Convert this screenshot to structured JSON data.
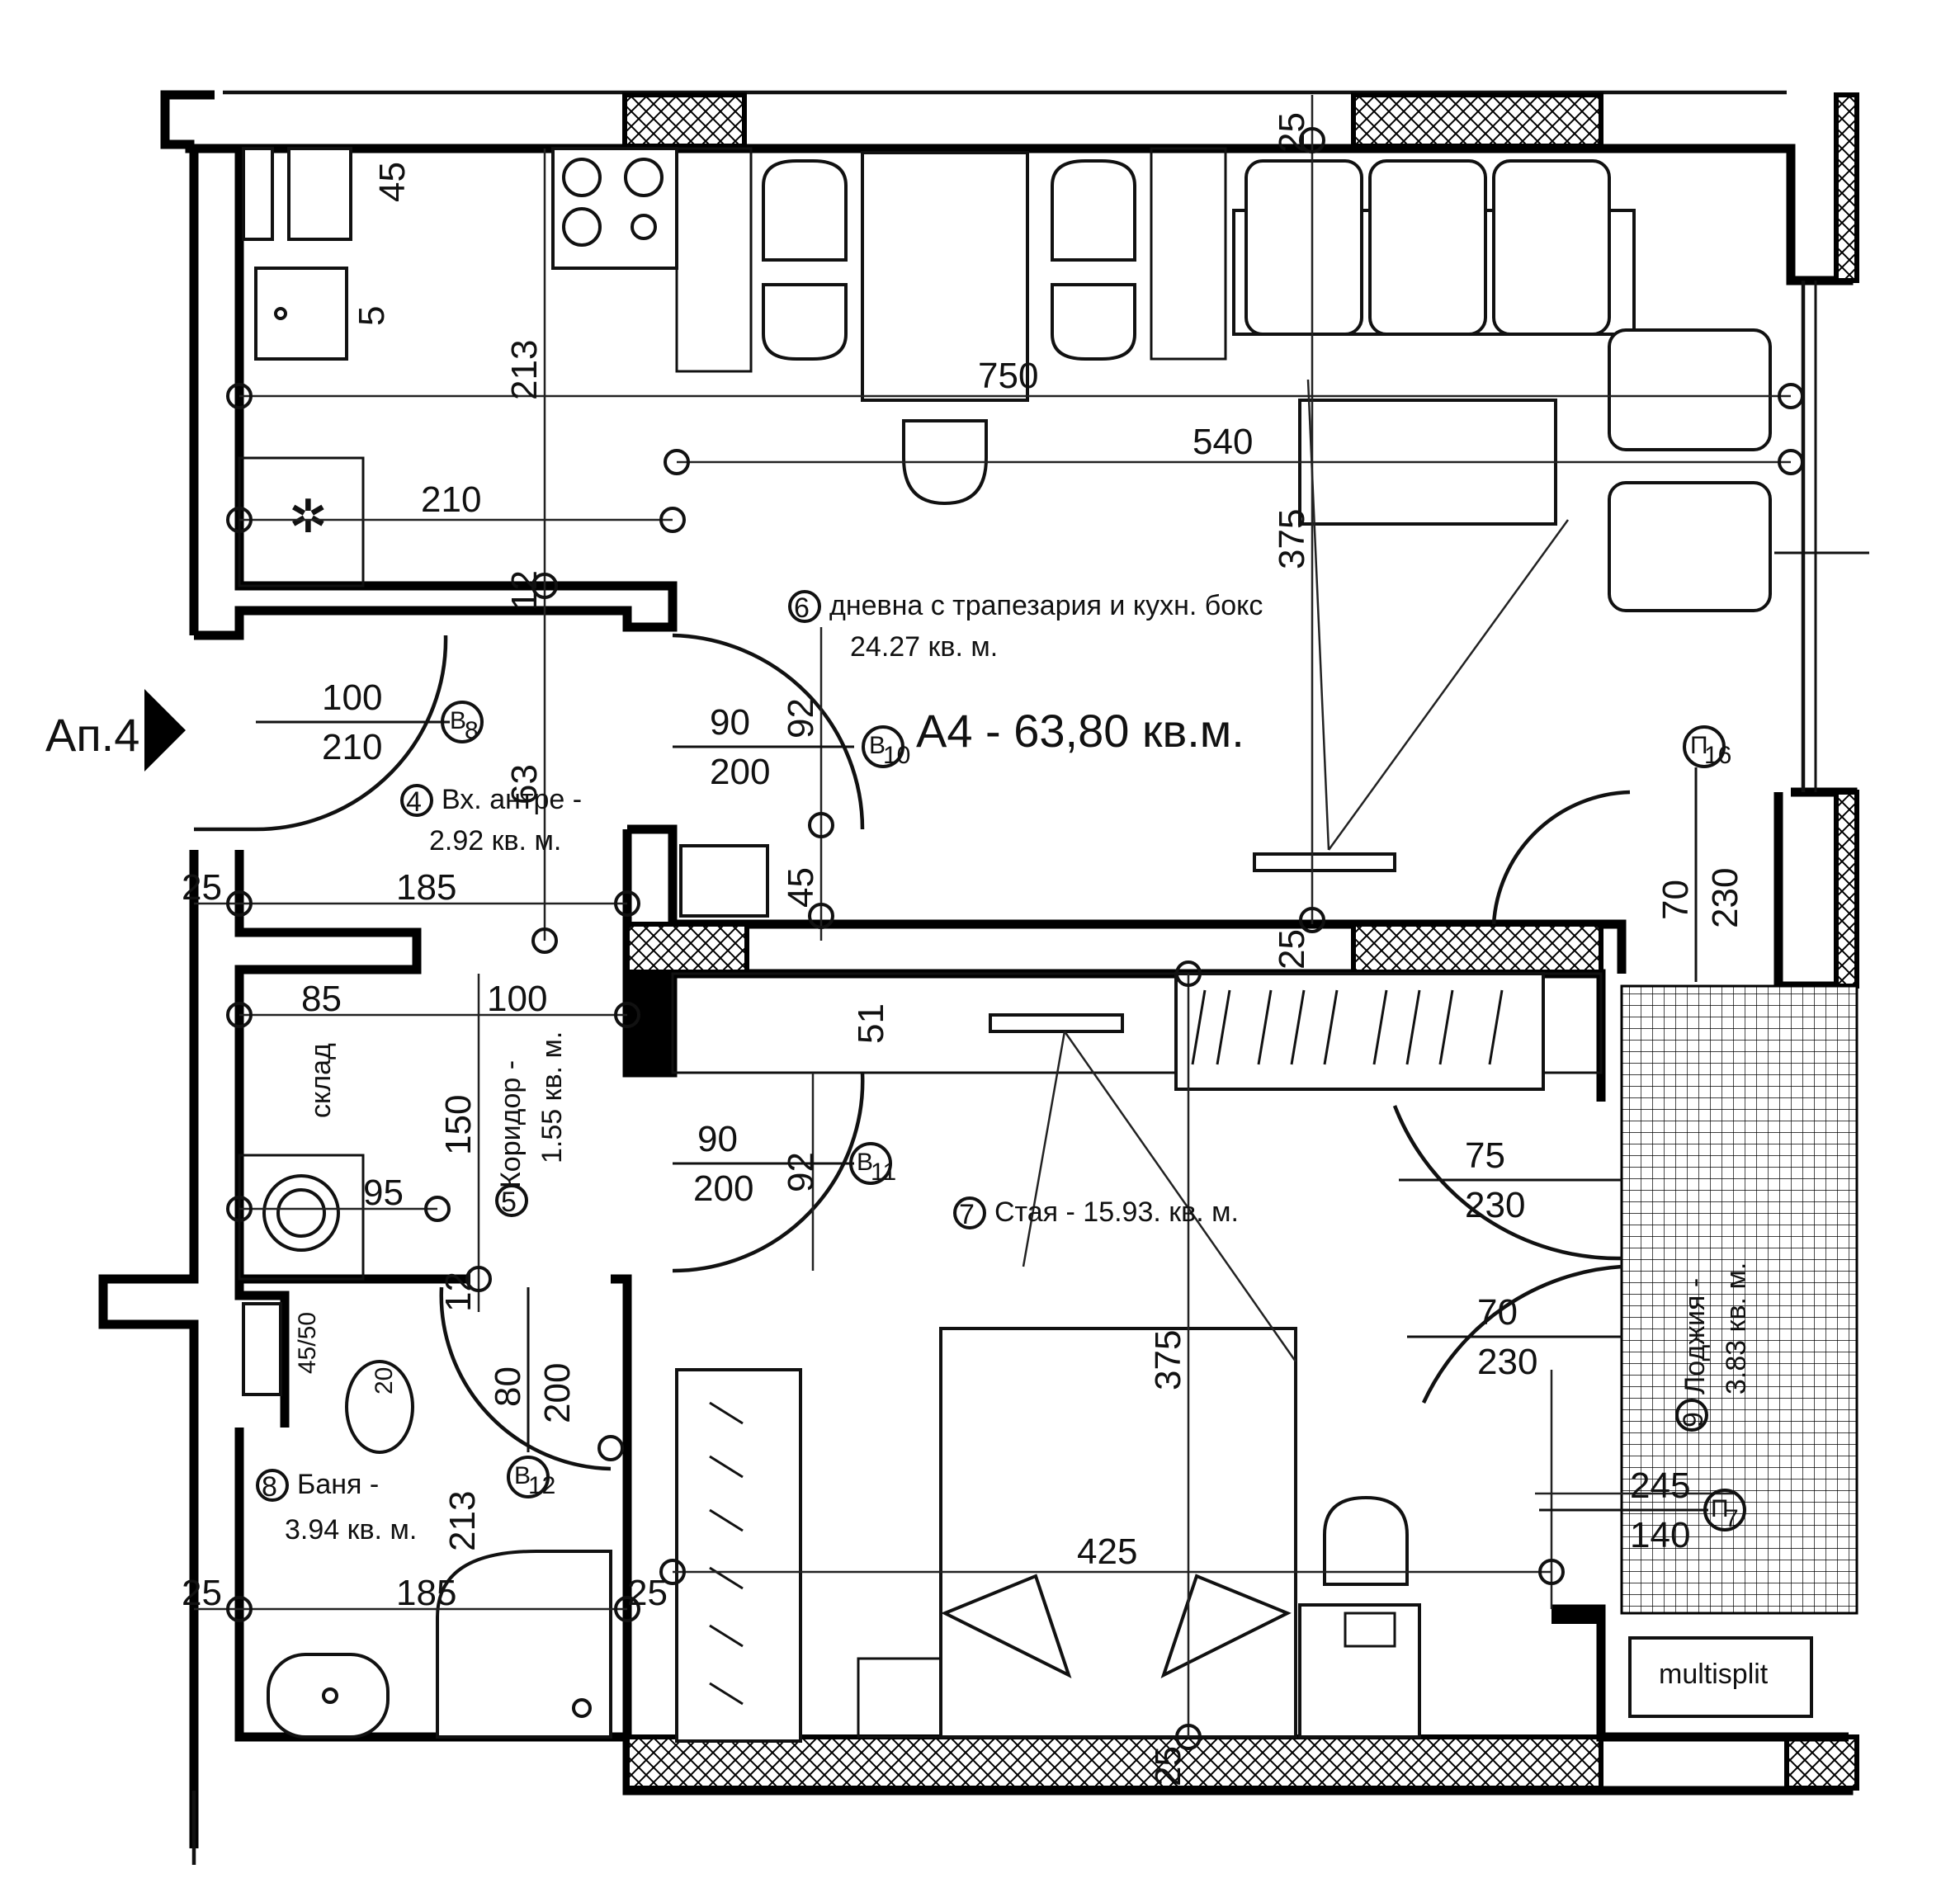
{
  "plan": {
    "apartment_title": "A4 - 63,80 кв.м.",
    "entry_marker": "Ап.4",
    "rooms": [
      {
        "num": "4",
        "name": "Вх. антре -",
        "area": "2.92 кв. м."
      },
      {
        "num": "5",
        "name": "Коридор -",
        "area": "1.55 кв. м."
      },
      {
        "num": "6",
        "name": "дневна с трапезария и  кухн.  бокс",
        "area": "24.27 кв. м."
      },
      {
        "num": "7",
        "name": "Стая - 15.93. кв. м.",
        "area": ""
      },
      {
        "num": "8",
        "name": "Баня -",
        "area": "3.94 кв. м."
      },
      {
        "num": "9",
        "name": "Лоджия -",
        "area": "3.83 кв. м."
      }
    ],
    "storage_label": "склад",
    "ac_label": "multisplit",
    "doors": [
      {
        "tag": "B",
        "idx": "8",
        "w": "100",
        "h": "210"
      },
      {
        "tag": "B",
        "idx": "10",
        "w": "90",
        "h": "200"
      },
      {
        "tag": "B",
        "idx": "11",
        "w": "90",
        "h": "200"
      },
      {
        "tag": "B",
        "idx": "12",
        "w": "80",
        "h": "200"
      },
      {
        "tag": "П",
        "idx": "16",
        "w": "70",
        "h": "230"
      },
      {
        "tag": "П",
        "idx": "7",
        "w": "245",
        "h": "140"
      }
    ],
    "windows": [
      {
        "w": "75",
        "h": "230"
      },
      {
        "w": "70",
        "h": "230"
      }
    ],
    "dims": {
      "d750": "750",
      "d540": "540",
      "d375a": "375",
      "d375b": "375",
      "d213a": "213",
      "d213b": "213",
      "d210": "210",
      "d45a": "45",
      "d45b": "45",
      "d5": "5",
      "d25a": "25",
      "d25b": "25",
      "d25c": "25",
      "d25d": "25",
      "d25e": "25",
      "d25f": "25",
      "d12a": "12",
      "d12b": "12",
      "d63": "63",
      "d185a": "185",
      "d185b": "185",
      "d85": "85",
      "d100": "100",
      "d150": "150",
      "d95": "95",
      "d51": "51",
      "d92a": "92",
      "d92b": "92",
      "d425": "425",
      "d45_50": "45/50",
      "d20": "20"
    }
  }
}
